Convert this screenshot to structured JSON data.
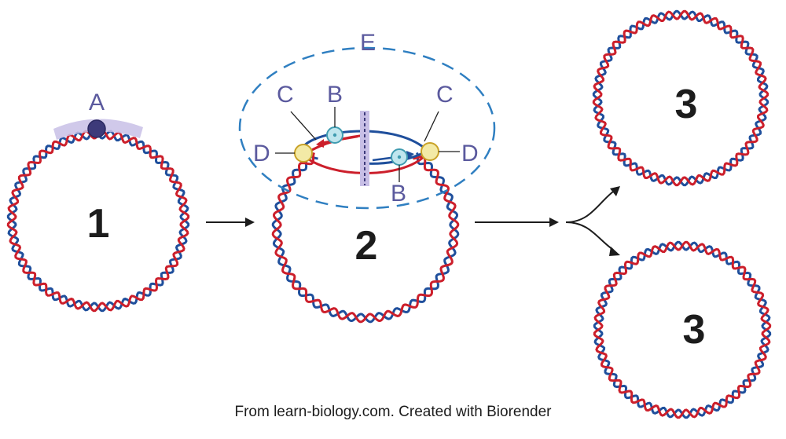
{
  "figure": {
    "stage_labels": {
      "first": "1",
      "second": "2",
      "third_top": "3",
      "third_bottom": "3"
    },
    "part_labels": {
      "A": "A",
      "B_upper": "B",
      "B_lower": "B",
      "C_left": "C",
      "C_right": "C",
      "D_left": "D",
      "D_right": "D",
      "E": "E"
    },
    "credit": "From learn-biology.com. Created with Biorender"
  },
  "colors": {
    "strand_red": "#cc1f2b",
    "strand_blue": "#1f4f9c",
    "label_purple": "#5b5a9e",
    "dashed_blue": "#2f7fc1",
    "junction_yellow": "#f3eaa6",
    "junction_yellow_edge": "#c9a227",
    "fork_teal": "#bfe6ee",
    "fork_teal_edge": "#3f9bb0",
    "origin_dot": "#3d3a7a",
    "origin_band": "#c8bfe6",
    "midline_band": "#c8bfe6",
    "arrow": "#1c1c1c"
  },
  "icons": {
    "origin": "replication-origin-dot",
    "fork": "replication-fork-circle",
    "junction": "junction-circle",
    "arrow": "right-arrow"
  }
}
